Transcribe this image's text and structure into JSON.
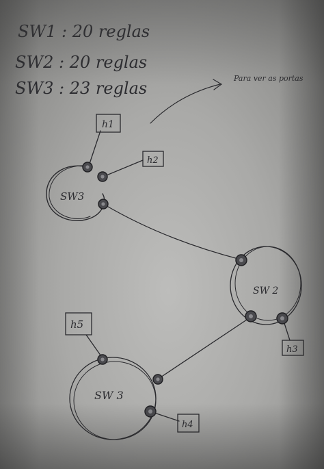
{
  "notes": [
    "SW1 : 20 reglas",
    "SW2 : 20 reglas",
    "SW3 : 23 reglas"
  ],
  "annotation": "Para ver as portas",
  "switches": [
    {
      "id": "sw-top",
      "label": "SW3"
    },
    {
      "id": "sw-right",
      "label": "SW 2"
    },
    {
      "id": "sw-bottom",
      "label": "SW 3"
    }
  ],
  "hosts": [
    {
      "id": "h1",
      "label": "h1"
    },
    {
      "id": "h2",
      "label": "h2"
    },
    {
      "id": "h3",
      "label": "h3"
    },
    {
      "id": "h4",
      "label": "h4"
    },
    {
      "id": "h5",
      "label": "h5"
    }
  ],
  "colors": {
    "ink": "#2a2a2e",
    "paper": "#b4b4b2"
  }
}
